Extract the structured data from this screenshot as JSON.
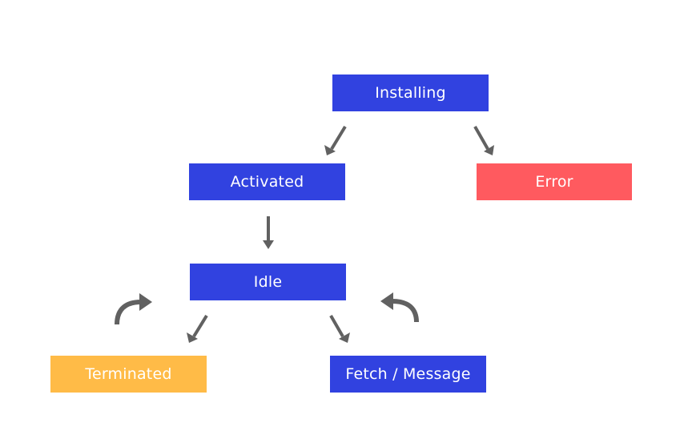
{
  "colors": {
    "state_blue": "#3142E0",
    "error_red": "#FF5A5F",
    "terminated_yellow": "#FFBB47",
    "arrow_gray": "#616161"
  },
  "nodes": {
    "installing": "Installing",
    "activated": "Activated",
    "error": "Error",
    "idle": "Idle",
    "terminated": "Terminated",
    "fetch_message": "Fetch / Message"
  }
}
